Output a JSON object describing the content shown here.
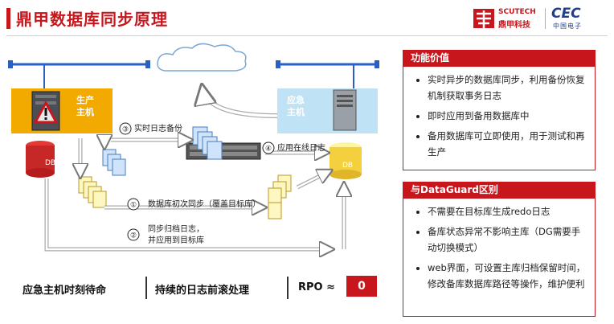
{
  "title": "鼎甲数据库同步原理",
  "logos": {
    "brand_en": "SCUTECH",
    "brand_cn": "鼎甲科技",
    "cec": "CEC",
    "cec_cn": "中国电子"
  },
  "diagram": {
    "production_host": "生产\n主机",
    "standby_host": "应急\n主机",
    "db_label_left": "DB",
    "db_label_right": "DB",
    "steps": [
      {
        "num": "③",
        "text": "实时日志备份"
      },
      {
        "num": "④",
        "text": "应用在线日志"
      },
      {
        "num": "①",
        "text": "数据库初次同步（覆盖目标库）"
      },
      {
        "num": "②",
        "text": "同步归档日志，\n并应用到目标库"
      }
    ]
  },
  "bottom": {
    "item1": "应急主机时刻待命",
    "item2": "持续的日志前滚处理",
    "rpo_label": "RPO ≈",
    "rpo_value": "0"
  },
  "panel1": {
    "header": "功能价值",
    "items": [
      "实时异步的数据库同步，利用备份恢复机制获取事务日志",
      "即时应用到备用数据库中",
      "备用数据库可立即使用，用于测试和再生产"
    ]
  },
  "panel2": {
    "header": "与DataGuard区别",
    "items": [
      "不需要在目标库生成redo日志",
      "备库状态异常不影响主库（DG需要手动切换模式）",
      "web界面，可设置主库归档保留时间，修改备库数据库路径等操作，维护便利"
    ]
  },
  "colors": {
    "accent": "#c8161d",
    "host_bg": "#f2a900",
    "standby_bg": "#bfe3f5",
    "network": "#2b5fc4"
  }
}
